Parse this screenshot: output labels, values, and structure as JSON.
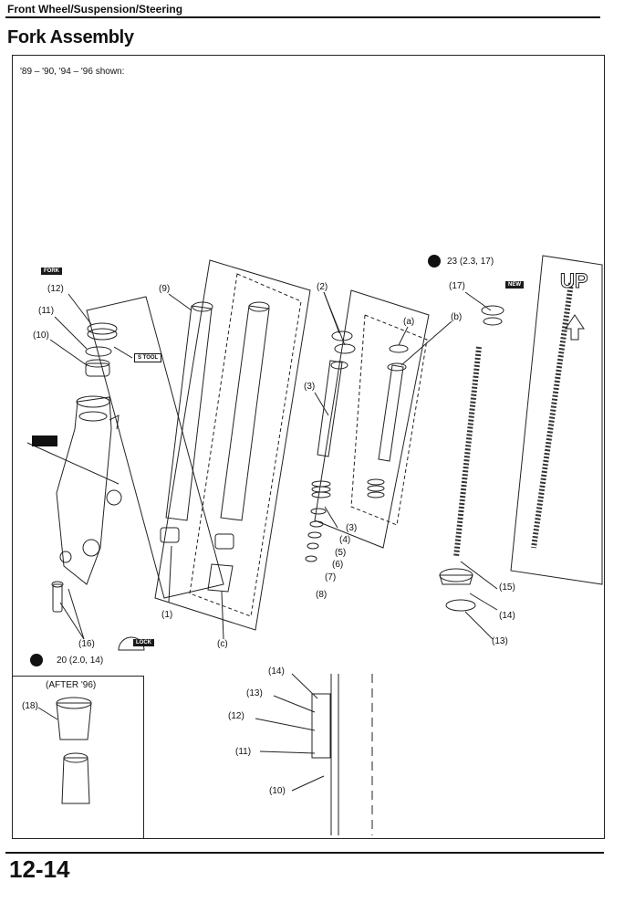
{
  "header": {
    "section": "Front Wheel/Suspension/Steering"
  },
  "title": "Fork Assembly",
  "note": "'89 – '90, '94 – '96 shown:",
  "torque": {
    "top": "23 (2.3, 17)",
    "bottom": "20 (2.0, 14)"
  },
  "inset": {
    "label": "(AFTER '96)"
  },
  "tags": {
    "fork": "FORK",
    "tool": "S TOOL",
    "new": "NEW",
    "lock": "LOCK",
    "up": "UP"
  },
  "callouts": {
    "c1": "(1)",
    "c2": "(2)",
    "c3": "(3)",
    "c3b": "(3)",
    "c4": "(4)",
    "c5": "(5)",
    "c6": "(6)",
    "c7": "(7)",
    "c8": "(8)",
    "c9": "(9)",
    "c10": "(10)",
    "c11": "(11)",
    "c12": "(12)",
    "c13": "(13)",
    "c14": "(14)",
    "c15": "(15)",
    "c16": "(16)",
    "c17": "(17)",
    "c18": "(18)",
    "ca": "(a)",
    "cb": "(b)",
    "cc": "(c)",
    "d14": "(14)",
    "d13": "(13)",
    "d12": "(12)",
    "d11": "(11)",
    "d10": "(10)"
  },
  "page_number": "12-14"
}
